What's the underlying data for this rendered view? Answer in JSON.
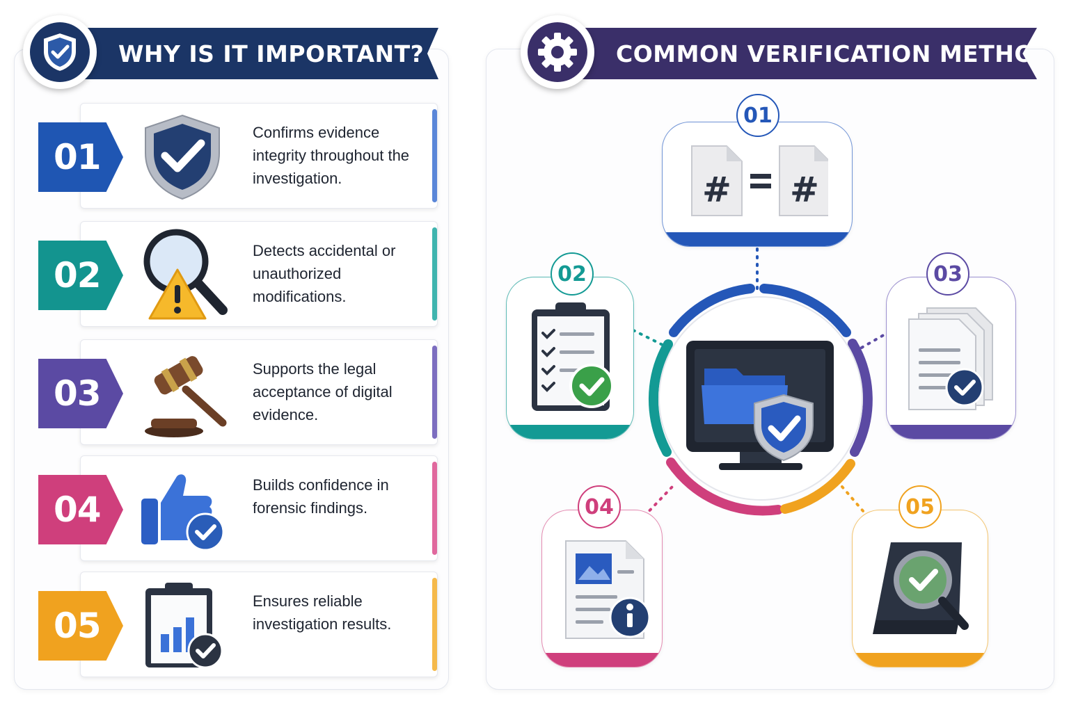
{
  "left": {
    "title": "WHY IS IT IMPORTANT?",
    "badge_icon": "shield-check-icon",
    "items": [
      {
        "number": "01",
        "text": "Confirms evidence integrity throughout the investigation.",
        "color": "#1f56b3",
        "icon": "shield-check-icon"
      },
      {
        "number": "02",
        "text": "Detects accidental or unauthorized modifications.",
        "color": "#13948f",
        "icon": "magnifier-warning-icon"
      },
      {
        "number": "03",
        "text": "Supports the legal acceptance of digital evidence.",
        "color": "#5b4aa3",
        "icon": "gavel-icon"
      },
      {
        "number": "04",
        "text": "Builds confidence in forensic findings.",
        "color": "#cf3f7c",
        "icon": "thumbs-up-check-icon"
      },
      {
        "number": "05",
        "text": "Ensures reliable investigation results.",
        "color": "#f0a21f",
        "icon": "clipboard-chart-icon"
      }
    ]
  },
  "right": {
    "title": "COMMON VERIFICATION METHODS",
    "badge_icon": "gear-icon",
    "center_icon": "monitor-folder-shield-icon",
    "methods": [
      {
        "number": "01",
        "color": "#2457b8",
        "icon": "hash-compare-icon"
      },
      {
        "number": "02",
        "color": "#139a94",
        "icon": "checklist-icon"
      },
      {
        "number": "03",
        "color": "#5b4aa3",
        "icon": "documents-check-icon"
      },
      {
        "number": "04",
        "color": "#cf3f7c",
        "icon": "document-info-icon"
      },
      {
        "number": "05",
        "color": "#f0a21f",
        "icon": "disk-inspect-icon"
      }
    ]
  }
}
